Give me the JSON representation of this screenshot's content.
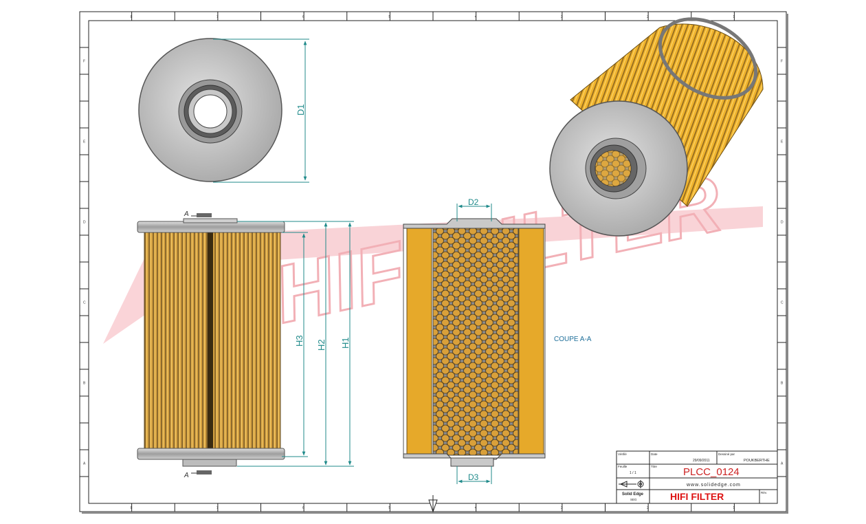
{
  "drawing": {
    "section_label": "COUPE A-A",
    "section_marker": "A",
    "dimensions": {
      "d1": "D1",
      "d2": "D2",
      "d3": "D3",
      "h1": "H1",
      "h2": "H2",
      "h3": "H3"
    },
    "watermark": "HIFI FILTER"
  },
  "title_block": {
    "labels": {
      "verifie": "Vérifié",
      "date": "Date",
      "dessine_par": "Dessiné par",
      "feuille": "Feuille",
      "titre": "Titre",
      "rev": "Rév."
    },
    "date_value": "29/09/2011",
    "author": "POUKBERTHE",
    "sheet_value": "1 / 1",
    "part_number": "PLCC_0124",
    "website": "www.solidedge.com",
    "company": "HIFI FILTER",
    "software": "Solid Edge",
    "software_sub": "SEG"
  },
  "border": {
    "top_numbers": [
      "8",
      "7",
      "6",
      "5",
      "4",
      "3",
      "2",
      "1"
    ],
    "bottom_numbers": [
      "8",
      "7",
      "6",
      "5",
      "4",
      "3",
      "2",
      "1"
    ],
    "side_letters": [
      "F",
      "E",
      "D",
      "C",
      "B",
      "A"
    ]
  },
  "colors": {
    "filter_yellow": "#e6a92a",
    "filter_dark": "#8a6a2a",
    "metal_grey": "#b9b9b9",
    "dimension_teal": "#1f8a8a",
    "watermark_red": "#f0a0a8",
    "part_number_red": "#cc2222"
  }
}
